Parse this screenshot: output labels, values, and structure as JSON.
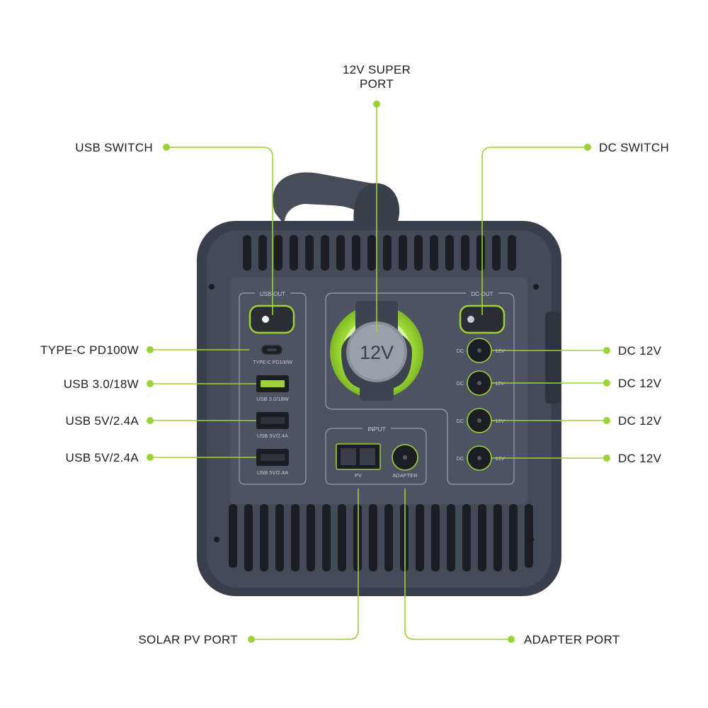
{
  "callouts": {
    "super_port_line1": "12V SUPER",
    "super_port_line2": "PORT",
    "usb_switch": "USB SWITCH",
    "dc_switch": "DC SWITCH",
    "type_c": "TYPE-C PD100W",
    "usb30": "USB 3.0/18W",
    "usb5v_a": "USB 5V/2.4A",
    "usb5v_b": "USB 5V/2.4A",
    "dc12v_1": "DC 12V",
    "dc12v_2": "DC 12V",
    "dc12v_3": "DC 12V",
    "dc12v_4": "DC 12V",
    "solar": "SOLAR PV PORT",
    "adapter": "ADAPTER PORT"
  },
  "panel": {
    "usb_out": "USB-OUT",
    "dc_out": "DC-OUT",
    "input": "INPUT",
    "type_c": "TYPE-C PD100W",
    "usb30": "USB 3.0/18W",
    "usb5v_a": "USB 5V/2.4A",
    "usb5v_b": "USB 5V/2.4A",
    "socket": "12V",
    "pv": "PV",
    "adapter": "ADAPTER",
    "dc_left": "DC",
    "dc_right": "12V"
  },
  "colors": {
    "accent": "#9bd234",
    "body": "#3d4250",
    "panel": "#4a5060",
    "port": "#1f2128"
  }
}
